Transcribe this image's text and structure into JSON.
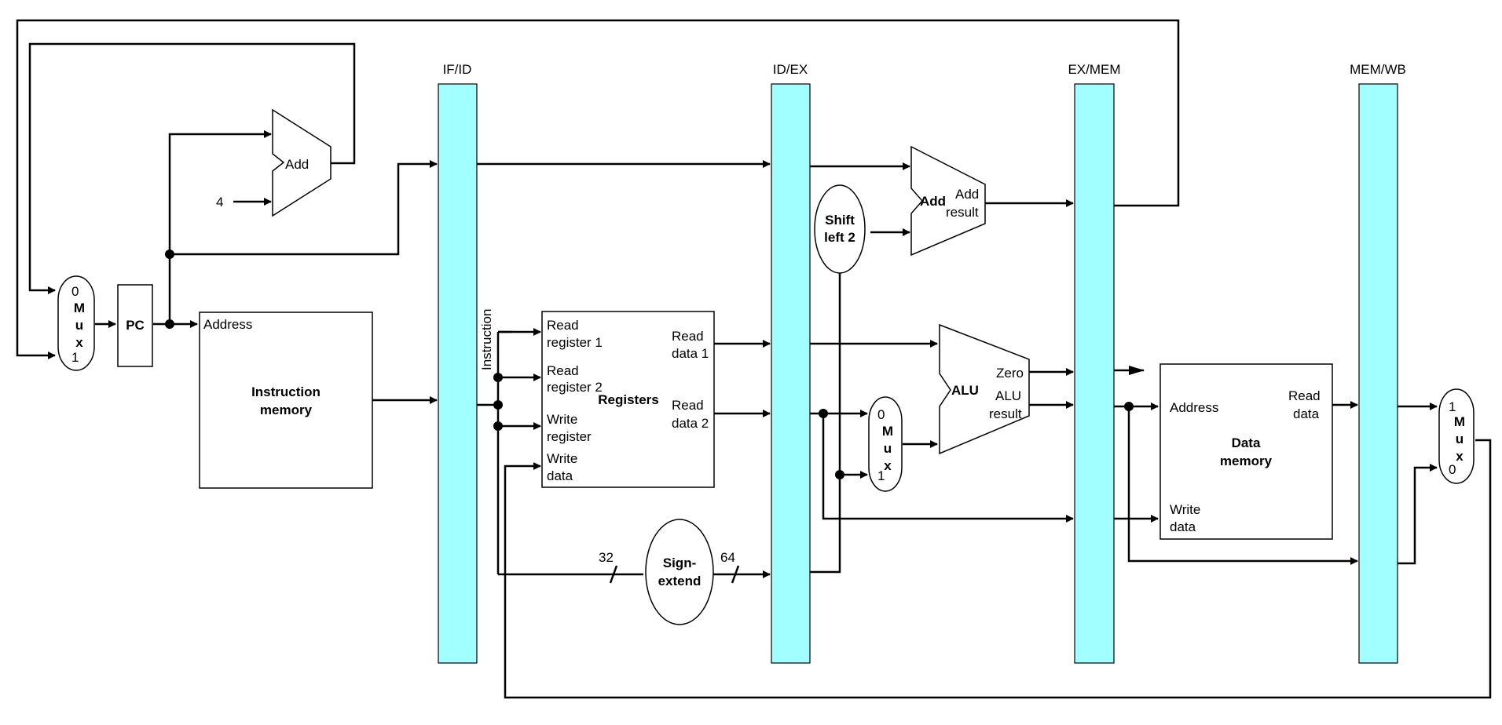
{
  "pipeline_registers": [
    "IF/ID",
    "ID/EX",
    "EX/MEM",
    "MEM/WB"
  ],
  "pc": {
    "label": "PC"
  },
  "pc_mux": {
    "top": "0",
    "letters": [
      "M",
      "u",
      "x"
    ],
    "bottom": "1"
  },
  "pc_adder": {
    "label": "Add",
    "constant": "4"
  },
  "instruction_memory": {
    "port": "Address",
    "title_line1": "Instruction",
    "title_line2": "memory"
  },
  "instruction_wire_label": "Instruction",
  "registers": {
    "title": "Registers",
    "read_reg1": [
      "Read",
      "register 1"
    ],
    "read_reg2": [
      "Read",
      "register 2"
    ],
    "write_reg": [
      "Write",
      "register"
    ],
    "write_data": [
      "Write",
      "data"
    ],
    "read_data1": [
      "Read",
      "data 1"
    ],
    "read_data2": [
      "Read",
      "data 2"
    ]
  },
  "sign_extend": {
    "line1": "Sign-",
    "line2": "extend",
    "in_width": "32",
    "out_width": "64"
  },
  "shift_left": {
    "line1": "Shift",
    "line2": "left 2"
  },
  "branch_adder": {
    "label": "Add",
    "out1": "Add",
    "out2": "result"
  },
  "alu_mux": {
    "top": "0",
    "letters": [
      "M",
      "u",
      "x"
    ],
    "bottom": "1"
  },
  "alu": {
    "label": "ALU",
    "zero": "Zero",
    "result1": "ALU",
    "result2": "result"
  },
  "data_memory": {
    "address": "Address",
    "read1": "Read",
    "read2": "data",
    "write1": "Write",
    "write2": "data",
    "title1": "Data",
    "title2": "memory"
  },
  "wb_mux": {
    "top": "1",
    "letters": [
      "M",
      "u",
      "x"
    ],
    "bottom": "0"
  }
}
